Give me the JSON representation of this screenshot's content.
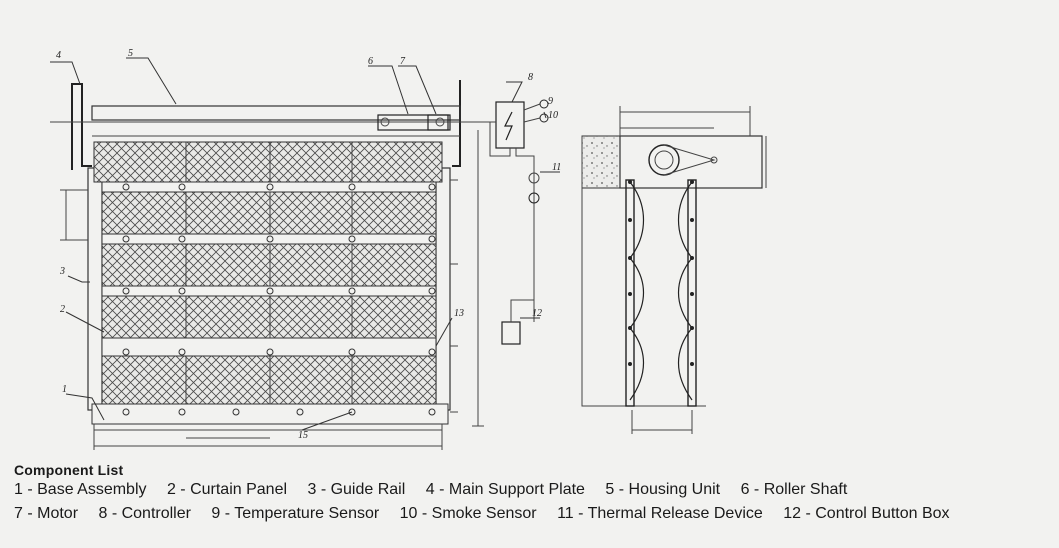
{
  "callouts": {
    "c1": "1",
    "c2": "2",
    "c3": "3",
    "c4": "4",
    "c5": "5",
    "c6": "6",
    "c7": "7",
    "c8": "8",
    "c9": "9",
    "c10": "10",
    "c11": "11",
    "c12": "12",
    "c13": "13",
    "c15": "15"
  },
  "legend": {
    "title": "Component List",
    "row1": [
      "1 - Base Assembly",
      "2 - Curtain Panel",
      "3 - Guide Rail",
      "4 - Main Support Plate",
      "5 - Housing Unit",
      "6 - Roller Shaft"
    ],
    "row2": [
      "7 - Motor",
      "8 - Controller",
      "9 - Temperature Sensor",
      "10 - Smoke Sensor",
      "11 - Thermal Release Device",
      "12 - Control Button Box"
    ]
  }
}
